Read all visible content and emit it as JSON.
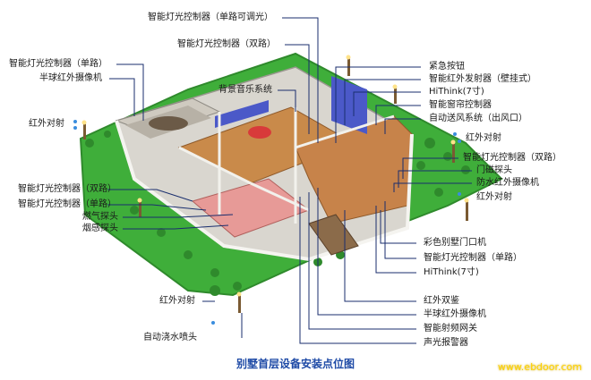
{
  "caption": "别墅首层设备安装点位图",
  "watermark": "www.ebdoor.com",
  "colors": {
    "leader_line": "#1a2e6e",
    "lawn": "#3fae3a",
    "lawn_dark": "#2f8a2c",
    "wall": "#e9e9e4",
    "floor_wood": "#c98a4a",
    "floor_pink": "#e79a97",
    "caption": "#1e4aa6",
    "watermark": "#ffd200"
  },
  "labels_top": {
    "dimmer": "智能灯光控制器（单路可调光）",
    "dual": "智能灯光控制器（双路）"
  },
  "labels_left": {
    "single_top": "智能灯光控制器（单路）",
    "hemisphere_ir": "半球红外摄像机",
    "ir_beam_1": "红外对射",
    "bg_music": "背景音乐系统",
    "dual_mid": "智能灯光控制器（双路）",
    "single_mid": "智能灯光控制器（单路）",
    "gas": "燃气探头",
    "smoke": "烟感探头",
    "ir_beam_2": "红外对射",
    "sprinkler": "自动浇水喷头"
  },
  "labels_right": {
    "emergency": "紧急按钮",
    "ir_emitter": "智能红外发射器（壁挂式）",
    "hithink_top": "HiThink(7寸)",
    "curtain": "智能窗帘控制器",
    "vent": "自动送风系统（出风口）",
    "ir_beam_r1": "红外对射",
    "dual_right": "智能灯光控制器（双路）",
    "door_mag": "门磁探头",
    "waterproof_cam": "防水红外摄像机",
    "ir_beam_r2": "红外对射",
    "door_phone": "彩色别墅门口机",
    "single_right": "智能灯光控制器（单路）",
    "hithink_bottom": "HiThink(7寸)",
    "ir_dual": "红外双鉴",
    "hemisphere_ir_r": "半球红外摄像机",
    "rf_gateway": "智能射频网关",
    "alarm": "声光报警器"
  }
}
